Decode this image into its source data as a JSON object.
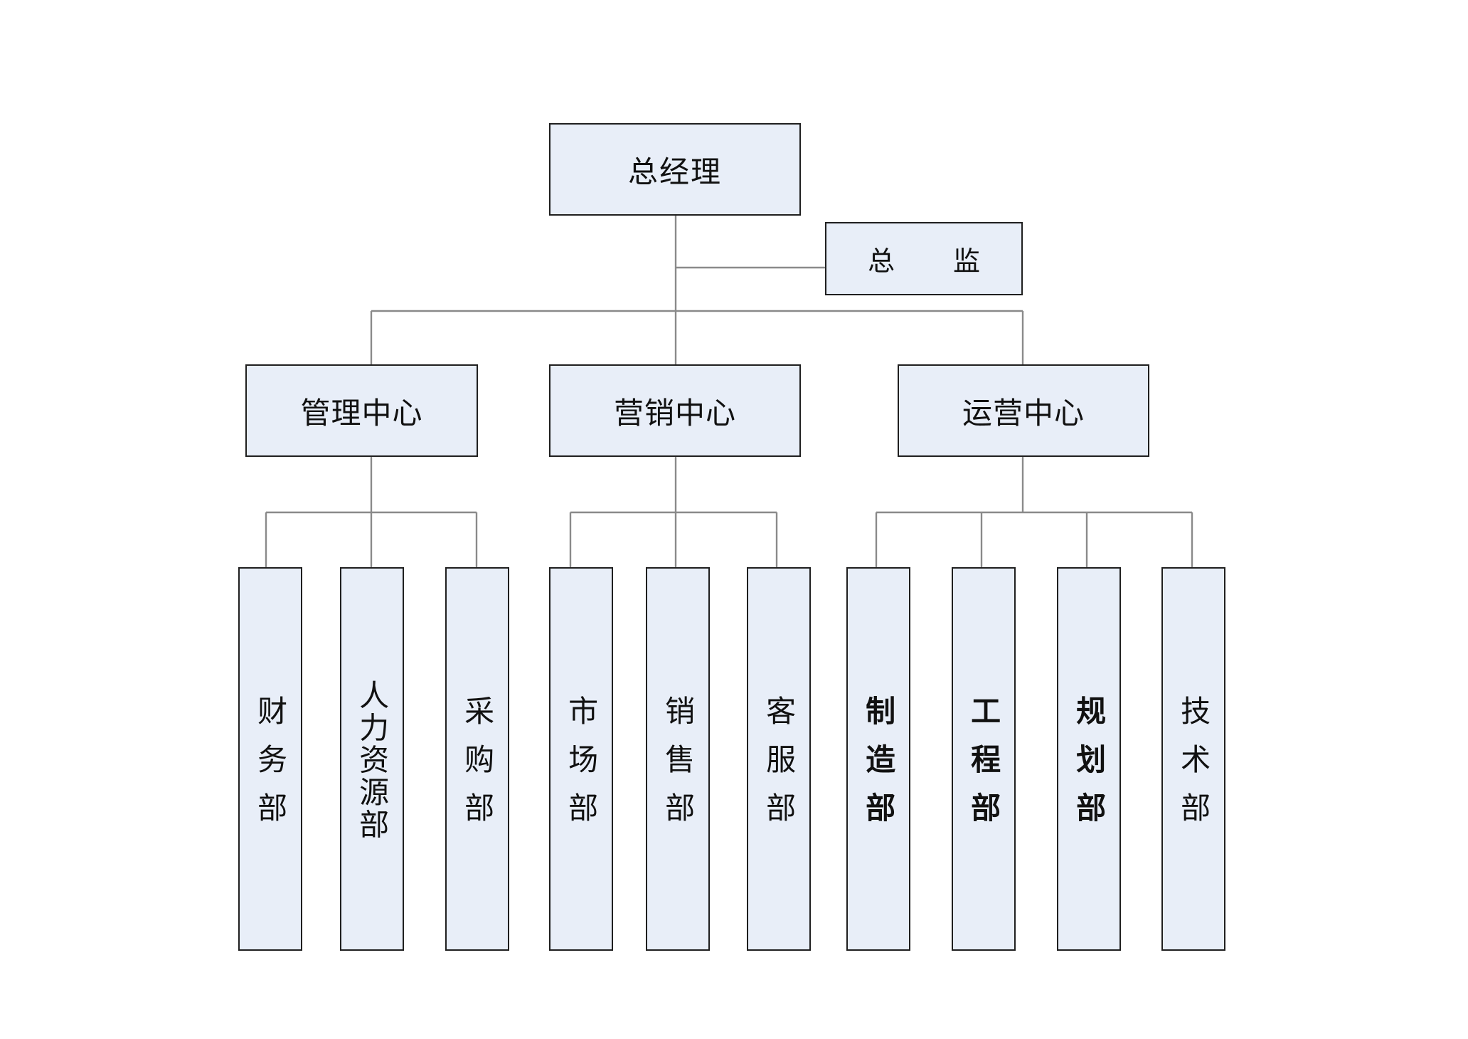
{
  "org": {
    "gm": "总经理",
    "director": "总　监",
    "centers": [
      "管理中心",
      "营销中心",
      "运营中心"
    ],
    "departments": [
      "财务部",
      "人力资源部",
      "采购部",
      "市场部",
      "销售部",
      "客服部",
      "制造部",
      "工程部",
      "规划部",
      "技术部"
    ]
  },
  "colors": {
    "box_fill": "#e8eef8",
    "box_border": "#1f1f1f",
    "connector": "#8a8a8a",
    "text": "#111111"
  }
}
